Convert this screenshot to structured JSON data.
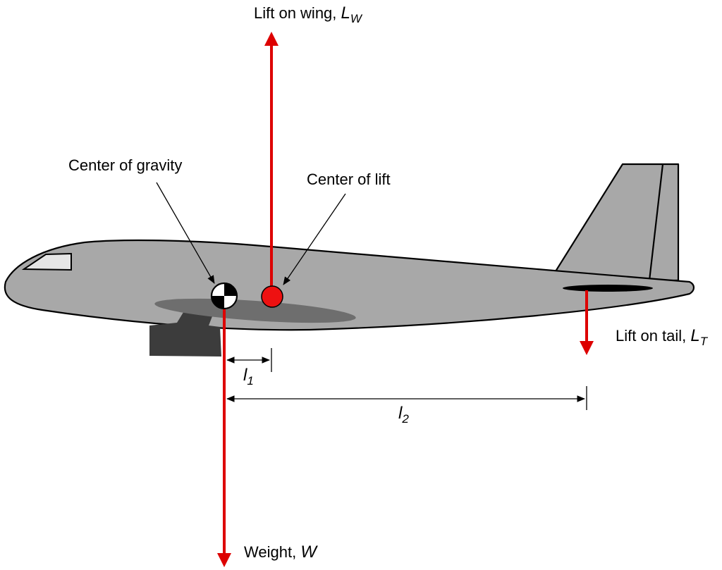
{
  "labels": {
    "lift_wing": {
      "text": "Lift on wing, ",
      "symbol": "L",
      "subscript": "W"
    },
    "center_gravity": {
      "text": "Center of gravity"
    },
    "center_lift": {
      "text": "Center of lift"
    },
    "lift_tail": {
      "text": "Lift on tail, ",
      "symbol": "L",
      "subscript": "T"
    },
    "weight": {
      "text": "Weight, ",
      "symbol": "W"
    },
    "l1": {
      "symbol": "l",
      "subscript": "1"
    },
    "l2": {
      "symbol": "l",
      "subscript": "2"
    }
  },
  "colors": {
    "force_arrow": "#dd0000",
    "fuselage": "#a8a8a8",
    "wing_shadow": "#6e6e6e",
    "landing_gear": "#3c3c3c",
    "center_of_lift_marker": "#ee1111",
    "window": "#e6e6e6"
  },
  "icons": {
    "center_of_gravity": "cg-symbol-icon",
    "center_of_lift": "red-dot-icon"
  }
}
